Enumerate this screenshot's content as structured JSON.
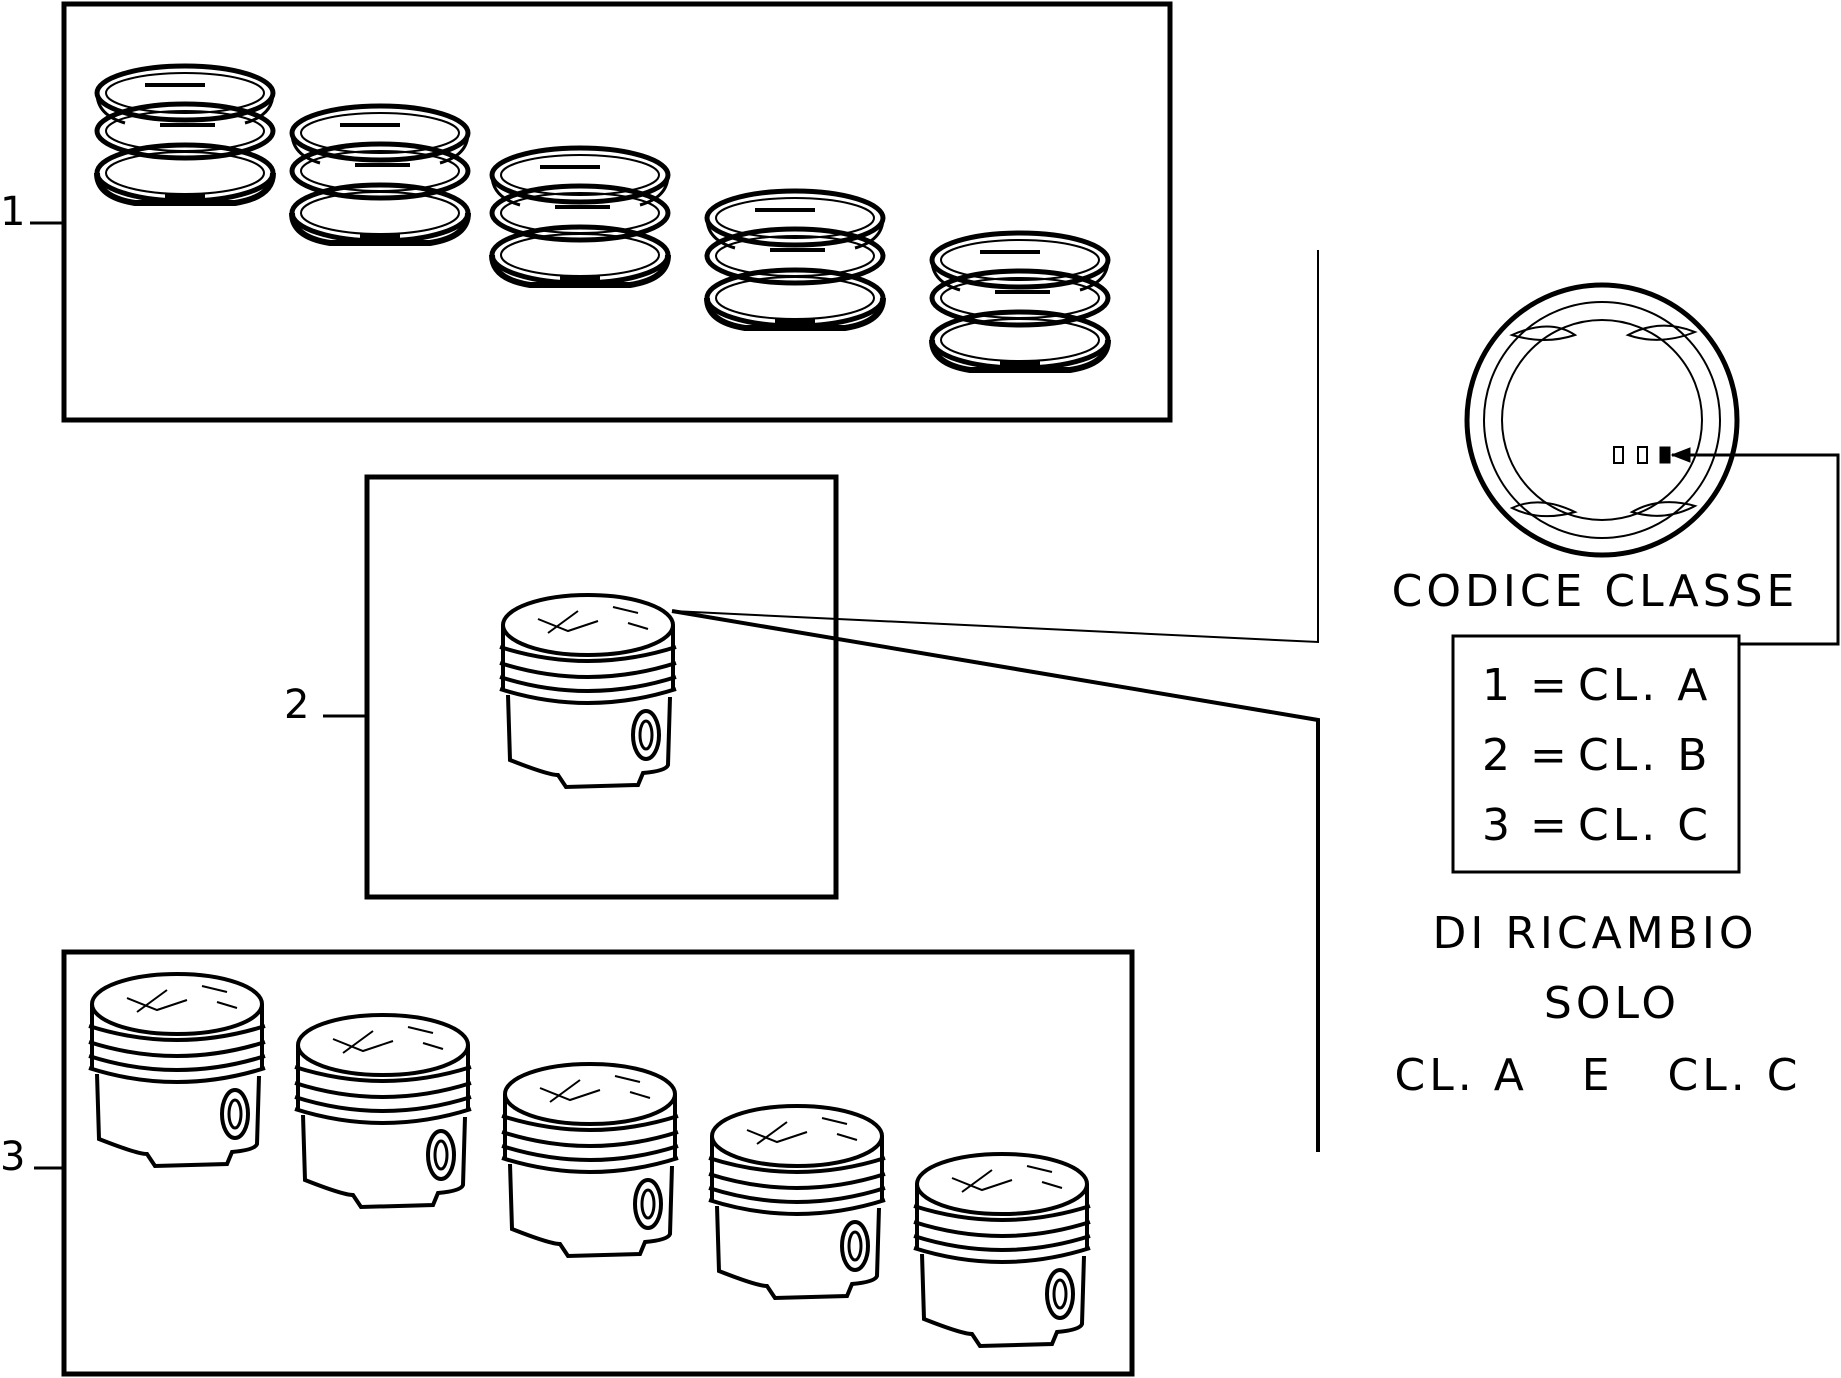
{
  "callouts": {
    "c1": "1",
    "c2": "2",
    "c3": "3"
  },
  "heading": "CODICE CLASSE",
  "class_codes": [
    {
      "code": "1",
      "eq": "=",
      "cls": "CL. A"
    },
    {
      "code": "2",
      "eq": "=",
      "cls": "CL. B"
    },
    {
      "code": "3",
      "eq": "=",
      "cls": "CL. C"
    }
  ],
  "note": {
    "line1": "DI RICAMBIO",
    "line2": "SOLO",
    "line3": "CL. A   E   CL. C"
  },
  "icons": {
    "ring_set": "piston-ring-set-icon",
    "piston": "piston-icon",
    "ring_detail": "piston-ring-detail-icon"
  },
  "colors": {
    "ink": "#000000",
    "paper": "#ffffff"
  }
}
